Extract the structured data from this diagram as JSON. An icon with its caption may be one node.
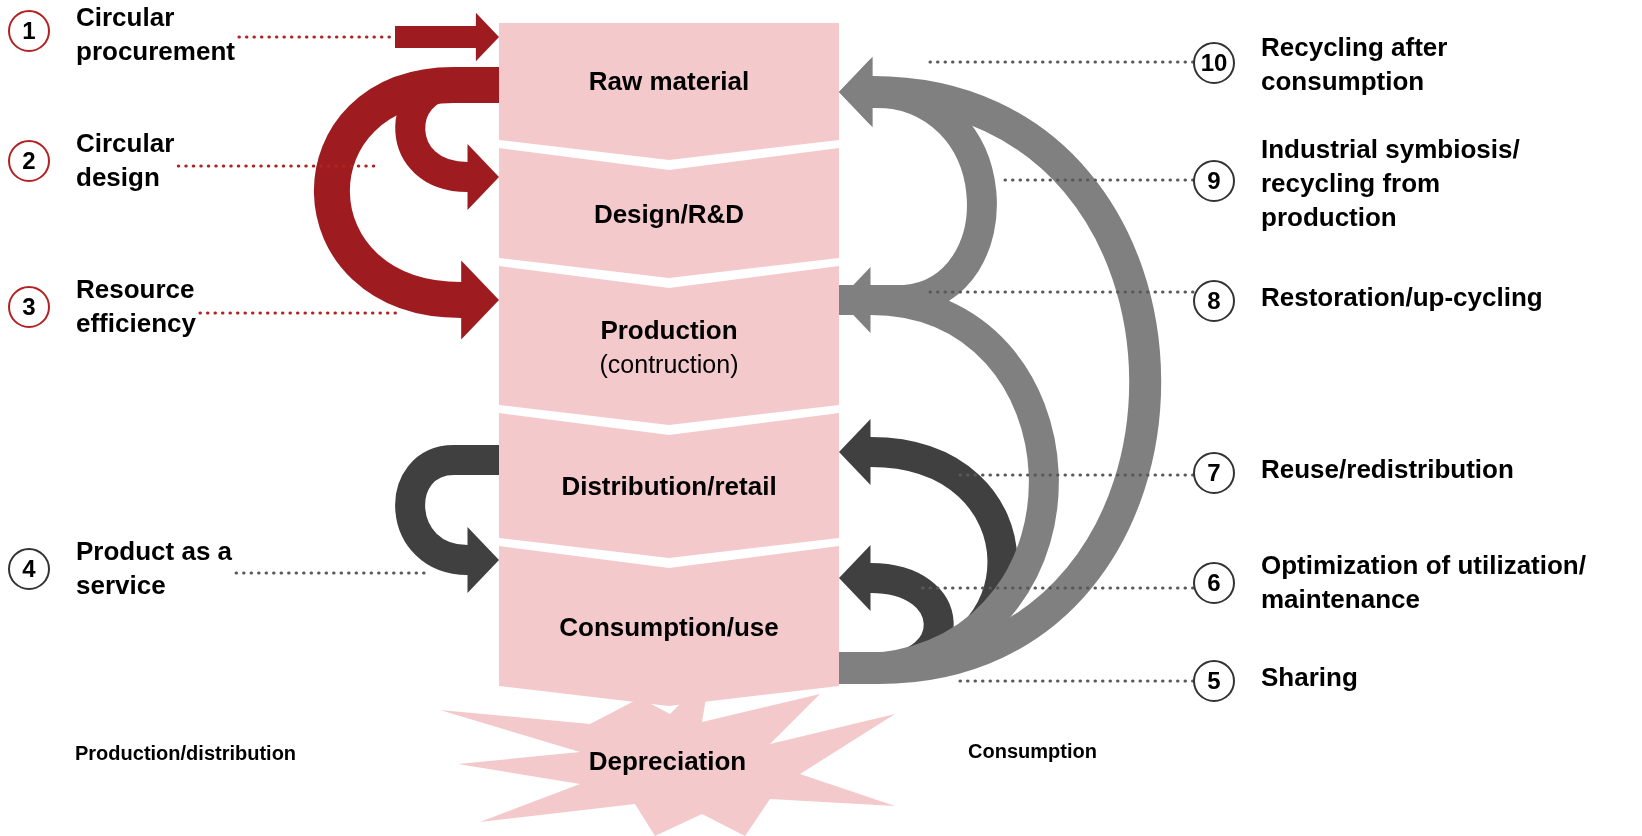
{
  "diagram": {
    "nodes": [
      {
        "text": [
          "Raw material"
        ]
      },
      {
        "text": [
          "Design/R&D"
        ]
      },
      {
        "text": [
          "Production",
          "(contruction)"
        ]
      },
      {
        "text": [
          "Distribution/retail"
        ]
      },
      {
        "text": [
          "Consumption/use"
        ]
      },
      {
        "text": [
          "Depreciation"
        ]
      },
      {
        "text": [
          "1",
          "Circular procurement"
        ]
      },
      {
        "text": [
          "2",
          "Circular design"
        ]
      },
      {
        "text": [
          "3",
          "Resource efficiency"
        ]
      },
      {
        "text": [
          "4",
          "Product as a service"
        ]
      },
      {
        "text": [
          "10",
          "Recycling after consumption"
        ]
      },
      {
        "text": [
          "9",
          "Industrial symbiosis/ recycling from production"
        ]
      },
      {
        "text": [
          "8",
          "Restoration/up-cycling"
        ]
      },
      {
        "text": [
          "7",
          "Reuse/redistribution"
        ]
      },
      {
        "text": [
          "6",
          "Optimization of utilization/ maintenance"
        ]
      },
      {
        "text": [
          "5",
          "Sharing"
        ]
      }
    ],
    "edges": [
      {
        "from": null,
        "to": 0,
        "arrow": "to",
        "style": "thick",
        "color": "#9e1c20"
      },
      {
        "from": 0,
        "to": 1,
        "arrow": "to",
        "style": "thick",
        "color": "#9e1c20"
      },
      {
        "from": 0,
        "to": 2,
        "arrow": "to",
        "style": "thick",
        "color": "#9e1c20"
      },
      {
        "from": 3,
        "to": 4,
        "arrow": "to",
        "style": "thick",
        "color": "#404040"
      },
      {
        "from": 4,
        "to": 4,
        "arrow": "to",
        "style": "thick",
        "color": "#404040"
      },
      {
        "from": 4,
        "to": 3,
        "arrow": "to",
        "style": "thick",
        "color": "#404040"
      },
      {
        "from": 4,
        "to": 2,
        "arrow": "to",
        "style": "thick",
        "color": "#808080"
      },
      {
        "from": 2,
        "to": 0,
        "arrow": "to",
        "style": "thick",
        "color": "#808080"
      },
      {
        "from": 4,
        "to": 0,
        "arrow": "to",
        "style": "thick",
        "color": "#808080"
      },
      {
        "from": 6,
        "to": null,
        "arrow": "none",
        "style": "dashed",
        "color": "#b22222"
      },
      {
        "from": 7,
        "to": null,
        "arrow": "none",
        "style": "dashed",
        "color": "#b22222"
      },
      {
        "from": 8,
        "to": null,
        "arrow": "none",
        "style": "dashed",
        "color": "#b22222"
      },
      {
        "from": 9,
        "to": null,
        "arrow": "none",
        "style": "dashed"
      },
      {
        "from": 10,
        "to": null,
        "arrow": "none",
        "style": "dashed"
      },
      {
        "from": 11,
        "to": null,
        "arrow": "none",
        "style": "dashed"
      },
      {
        "from": 12,
        "to": null,
        "arrow": "none",
        "style": "dashed"
      },
      {
        "from": 13,
        "to": null,
        "arrow": "none",
        "style": "dashed"
      },
      {
        "from": 14,
        "to": null,
        "arrow": "none",
        "style": "dashed"
      },
      {
        "from": 15,
        "to": null,
        "arrow": "none",
        "style": "dashed"
      }
    ],
    "labels": [
      "Production/distribution",
      "Consumption"
    ]
  }
}
